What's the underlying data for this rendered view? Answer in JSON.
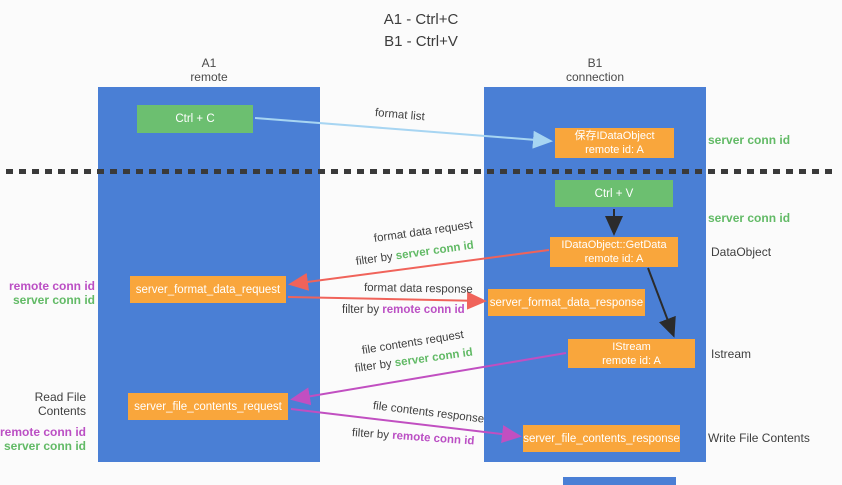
{
  "title": {
    "line1": "A1 - Ctrl+C",
    "line2": "B1 - Ctrl+V"
  },
  "lifelines": {
    "left": {
      "name": "A1",
      "role": "remote"
    },
    "right": {
      "name": "B1",
      "role": "connection"
    }
  },
  "boxes": {
    "ctrl_c": {
      "label": "Ctrl + C"
    },
    "ctrl_v": {
      "label": "Ctrl + V"
    },
    "save_dataobject": {
      "line1": "保存IDataObject",
      "line2": "remote id: A"
    },
    "getdata": {
      "line1": "IDataObject::GetData",
      "line2": "remote id: A"
    },
    "istream": {
      "line1": "IStream",
      "line2": "remote id: A"
    },
    "format_request": {
      "label": "server_format_data_request"
    },
    "format_response": {
      "label": "server_format_data_response"
    },
    "file_request": {
      "label": "server_file_contents_request"
    },
    "file_response": {
      "label": "server_file_contents_response"
    }
  },
  "arrows": {
    "format_list": {
      "label": "format list"
    },
    "format_data_request": {
      "label": "format data request",
      "filter_prefix": "filter by ",
      "filter_key": "server conn id"
    },
    "format_data_response": {
      "label": "format data response",
      "filter_prefix": "filter by ",
      "filter_key": "remote conn id"
    },
    "file_contents_request": {
      "label": "file contents request",
      "filter_prefix": "filter by ",
      "filter_key": "server conn id"
    },
    "file_contents_response": {
      "label": "file contents response",
      "filter_prefix": "filter by ",
      "filter_key": "remote conn id"
    }
  },
  "annotations": {
    "right_server_conn_id_top": "server conn id",
    "right_server_conn_id_mid": "server conn id",
    "right_dataobject": "DataObject",
    "right_istream": "Istream",
    "right_write_file_contents": "Write File Contents",
    "left_remote_conn_id_1": "remote conn id",
    "left_server_conn_id_1": "server conn id",
    "left_read_file_contents": "Read File Contents",
    "left_remote_conn_id_2": "remote conn id",
    "left_server_conn_id_2": "server conn id"
  },
  "colors": {
    "lifeline_blue": "#4a7fd5",
    "box_green": "#6cbf70",
    "box_orange": "#f9a63c",
    "arrow_red": "#f0635a",
    "arrow_magenta": "#c14fc1",
    "arrow_blue": "#a7d5f2",
    "arrow_black": "#2b2b2b",
    "text_green": "#62ba66",
    "text_purple": "#bb4fc4",
    "text_dark": "#3f3f3f"
  }
}
